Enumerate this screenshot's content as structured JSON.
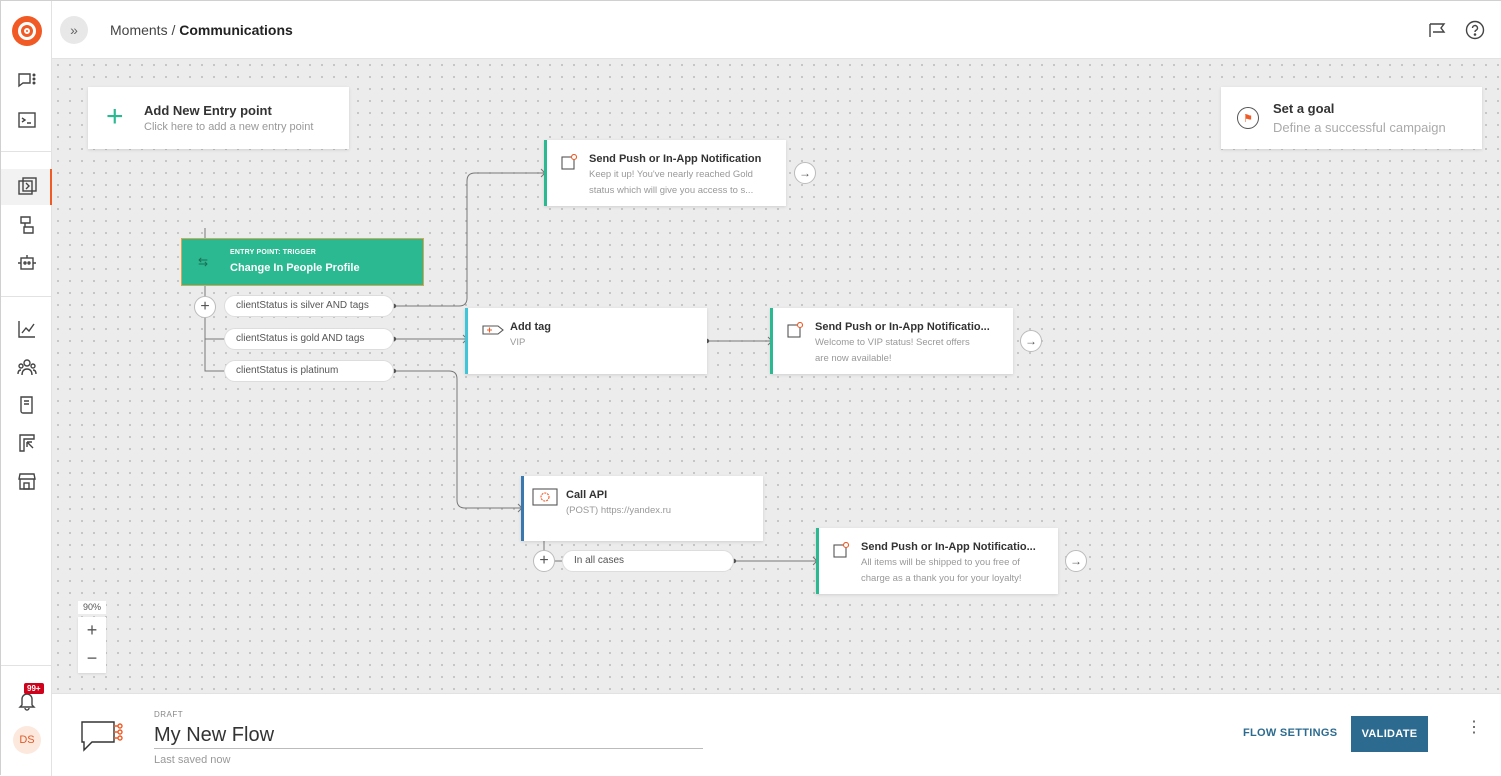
{
  "header": {
    "breadcrumb_parent": "Moments",
    "breadcrumb_sep": " / ",
    "breadcrumb_current": "Communications"
  },
  "canvas": {
    "entry": {
      "title": "Add New Entry point",
      "subtitle": "Click here to add a new entry point"
    },
    "goal": {
      "title": "Set a goal",
      "subtitle": "Define a successful campaign"
    },
    "trigger": {
      "label": "ENTRY POINT: TRIGGER",
      "name": "Change In People Profile"
    },
    "conditions": [
      "clientStatus is silver AND tags",
      "clientStatus is gold AND tags",
      "clientStatus is platinum"
    ],
    "push1": {
      "title": "Send Push or In-App Notification",
      "line1": "Keep it up! You've nearly reached Gold",
      "line2": "status which will give you access to s..."
    },
    "addtag": {
      "title": "Add tag",
      "subtitle": "VIP"
    },
    "push2": {
      "title": "Send Push or In-App Notificatio...",
      "line1": "Welcome to VIP status! Secret offers",
      "line2": "are now available!"
    },
    "callapi": {
      "title": "Call API",
      "subtitle": "(POST) https://yandex.ru"
    },
    "allcases": "In all cases",
    "push3": {
      "title": "Send Push or In-App Notificatio...",
      "line1": "All items will be shipped to you free of",
      "line2": "charge as a thank you for your loyalty!"
    },
    "zoom": "90%",
    "zoom_in": "+",
    "zoom_out": "−"
  },
  "sidebar": {
    "notif_badge": "99+",
    "avatar": "DS"
  },
  "footer": {
    "status": "DRAFT",
    "flow_name": "My New Flow",
    "saved": "Last saved now",
    "flow_settings": "FLOW SETTINGS",
    "validate": "VALIDATE",
    "more": "⋮"
  },
  "colors": {
    "brand": "#f15a24",
    "accent": "#2bb991",
    "primary": "#2c6b8f"
  }
}
